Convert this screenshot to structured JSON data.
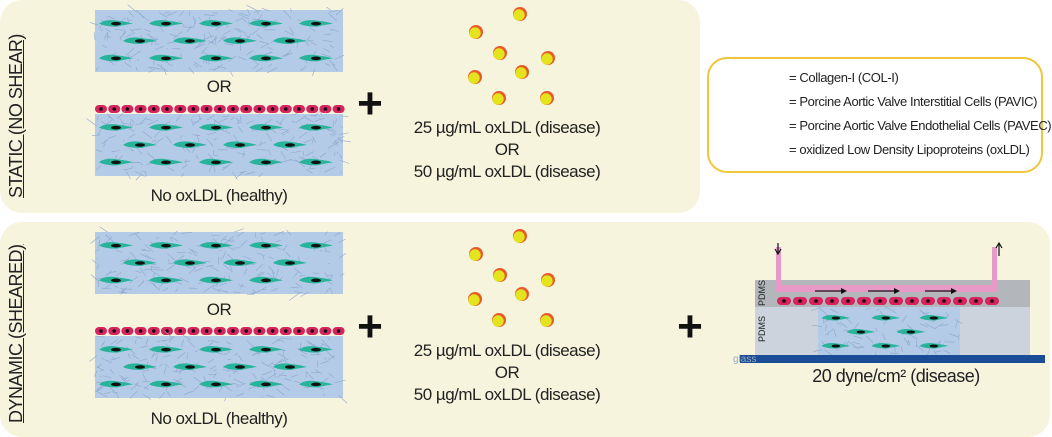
{
  "colors": {
    "panel": "#f7f4de",
    "tissue": "#b3cbe6",
    "pavic": "#27b49a",
    "pavec": "#d7245e",
    "ldl": "#e3e41e",
    "ldl_rim": "#e85a2a",
    "legend_border": "#f0c63c",
    "glass": "#1a4d96",
    "channel": "#e79ac8"
  },
  "static": {
    "label": "STATIC (NO SHEAR)",
    "or": "OR",
    "healthy": "No oxLDL  (healthy)",
    "dose1": "25 µg/mL oxLDL (disease)",
    "or2": "OR",
    "dose2": "50 µg/mL oxLDL (disease)",
    "plus": "+"
  },
  "dynamic": {
    "label": "DYNAMIC (SHEARED)",
    "or": "OR",
    "healthy": "No oxLDL  (healthy)",
    "dose1": "25 µg/mL oxLDL (disease)",
    "or2": "OR",
    "dose2": "50 µg/mL oxLDL (disease)",
    "plus": "+",
    "plus2": "+",
    "pdms_top": "PDMS",
    "pdms_bottom": "PDMS",
    "glass": "glass",
    "shear": "20 dyne/cm² (disease)"
  },
  "legend": [
    {
      "icon": "collagen-icon",
      "text": "= Collagen-I (COL-I)"
    },
    {
      "icon": "pavic-cell-icon",
      "text": "= Porcine Aortic Valve Interstitial Cells (PAVIC)"
    },
    {
      "icon": "pavec-cell-icon",
      "text": "= Porcine Aortic Valve Endothelial Cells (PAVEC)"
    },
    {
      "icon": "oxldl-icon",
      "text": "= oxidized Low Density Lipoproteins (oxLDL)"
    }
  ]
}
